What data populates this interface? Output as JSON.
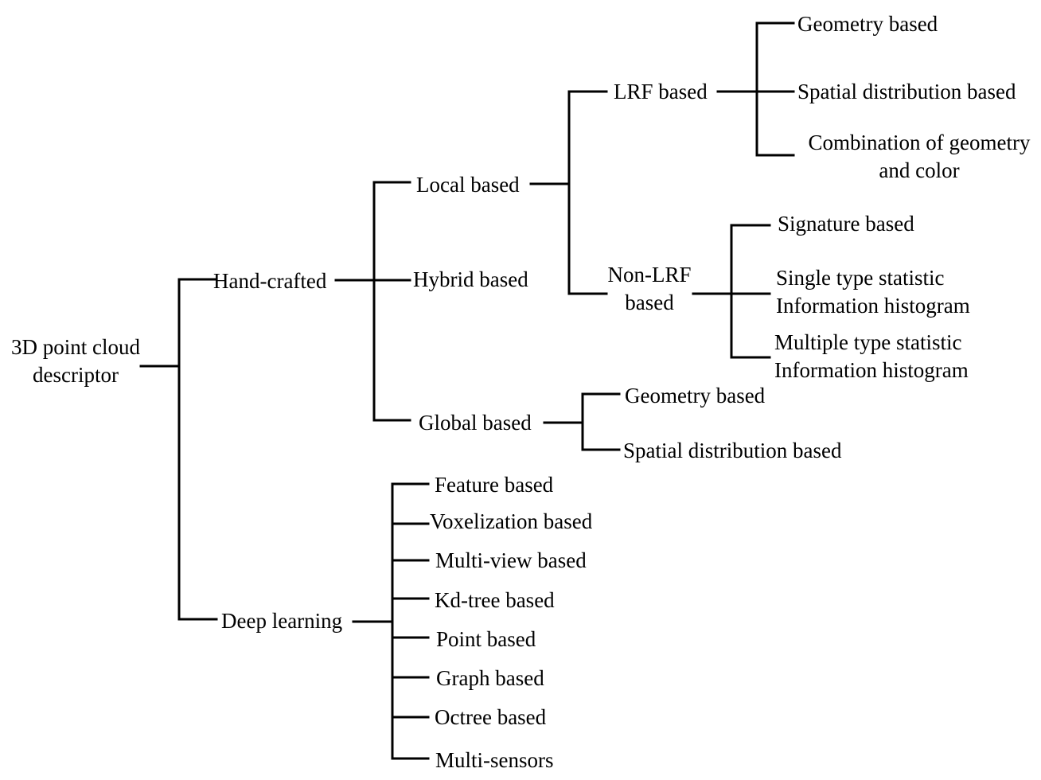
{
  "diagram": {
    "root": [
      "3D point cloud",
      "descriptor"
    ],
    "hand_crafted": "Hand-crafted",
    "deep_learning": "Deep learning",
    "local_based": "Local based",
    "hybrid_based": "Hybrid based",
    "global_based": "Global based",
    "lrf_based": "LRF based",
    "non_lrf_based": [
      "Non-LRF",
      "based"
    ],
    "lrf_children": {
      "geometry": "Geometry based",
      "spatial": "Spatial distribution based",
      "combination": [
        "Combination of geometry",
        "and color"
      ]
    },
    "non_lrf_children": {
      "signature": "Signature based",
      "single": [
        "Single type statistic",
        "Information histogram"
      ],
      "multiple": [
        "Multiple type statistic",
        "Information histogram"
      ]
    },
    "global_children": {
      "geometry": "Geometry based",
      "spatial": "Spatial distribution based"
    },
    "deep_children": [
      "Feature based",
      "Voxelization based",
      "Multi-view based",
      "Kd-tree based",
      "Point based",
      "Graph based",
      "Octree based",
      "Multi-sensors"
    ]
  }
}
